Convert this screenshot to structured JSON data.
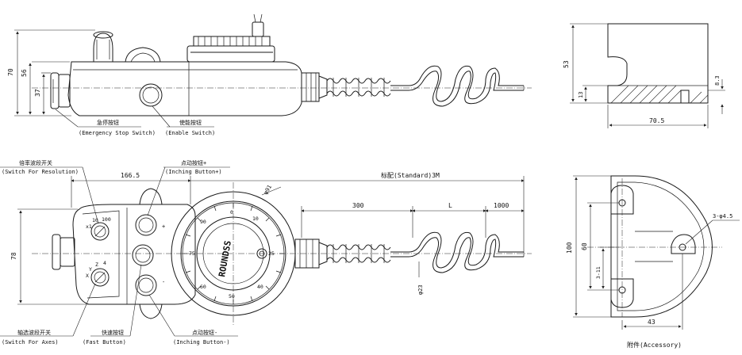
{
  "top_view": {
    "dims": {
      "d70": "70",
      "d56": "56",
      "d37": "37"
    },
    "callouts": {
      "estop_cn": "急停按钮",
      "estop_en": "(Emergency Stop Switch)",
      "enable_cn": "使能按钮",
      "enable_en": "(Enable Switch)"
    }
  },
  "front_view": {
    "dims": {
      "d166": "166.5",
      "d78": "78",
      "dia91": "φ91",
      "dia23": "φ23",
      "standard": "标配(Standard)3M",
      "d300": "300",
      "dL": "L",
      "d1000": "1000"
    },
    "callouts": {
      "resolution_cn": "倍率波段开关",
      "resolution_en": "(Switch For Resolution)",
      "inch_plus_cn": "点动按钮+",
      "inch_plus_en": "(Inching Button+)",
      "axes_cn": "轴选波段开关",
      "axes_en": "(Switch For Axes)",
      "fast_cn": "快速按钮",
      "fast_en": "(Fast Button)",
      "inch_minus_cn": "点动按钮-",
      "inch_minus_en": "(Inching Button-)"
    },
    "brand": "ROUNDSS",
    "plus": "+",
    "minus": "-"
  },
  "accessory_side": {
    "dims": {
      "d53": "53",
      "d13": "13",
      "d83": "8.3",
      "d705": "70.5"
    }
  },
  "accessory_top": {
    "dims": {
      "d100": "100",
      "d60": "60",
      "d311": "3-11",
      "d43": "43",
      "holes": "3-φ4.5"
    },
    "caption": "附件(Accessory)"
  }
}
